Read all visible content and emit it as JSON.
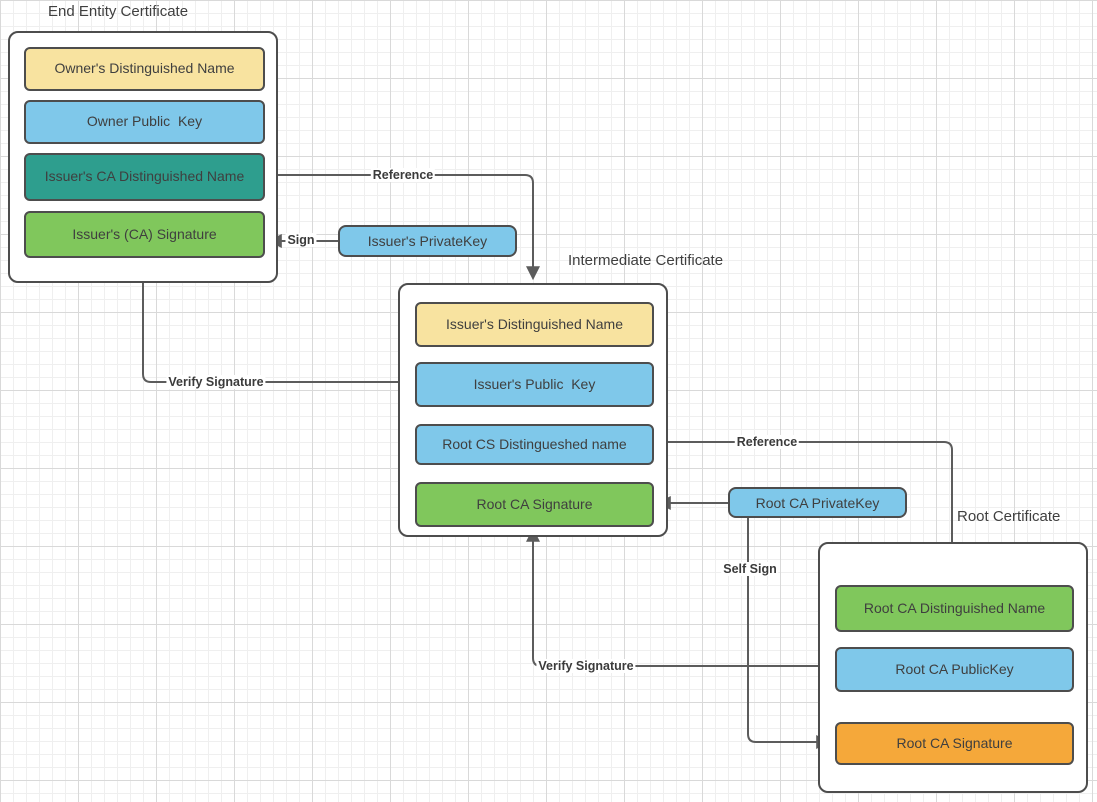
{
  "colors": {
    "yellow": "#F8E3A0",
    "blue": "#7FC8EA",
    "teal": "#2E9E8E",
    "green": "#80C75C",
    "orange": "#F5A83A",
    "box_border": "#4D4D4D",
    "line": "#5C5C5C",
    "text": "#3F3F3F"
  },
  "certificates": {
    "end_entity": {
      "title": "End Entity Certificate",
      "fields": [
        {
          "label": "Owner's Distinguished Name"
        },
        {
          "label": "Owner Public  Key"
        },
        {
          "label": "Issuer's CA Distinguished Name"
        },
        {
          "label": "Issuer's (CA) Signature"
        }
      ]
    },
    "intermediate": {
      "title": "Intermediate Certificate",
      "fields": [
        {
          "label": "Issuer's Distinguished Name"
        },
        {
          "label": "Issuer's Public  Key"
        },
        {
          "label": "Root CS Distingueshed name"
        },
        {
          "label": "Root CA Signature"
        }
      ]
    },
    "root": {
      "title": "Root Certificate",
      "fields": [
        {
          "label": "Root CA Distinguished Name"
        },
        {
          "label": "Root CA PublicKey"
        },
        {
          "label": "Root CA Signature"
        }
      ]
    }
  },
  "keys": {
    "issuer_private_key": "Issuer's PrivateKey",
    "root_ca_private_key": "Root CA PrivateKey"
  },
  "connector_labels": {
    "reference_1": "Reference",
    "sign": "Sign",
    "verify_signature_1": "Verify Signature",
    "reference_2": "Reference",
    "verify_signature_2": "Verify Signature",
    "self_sign": "Self Sign"
  }
}
